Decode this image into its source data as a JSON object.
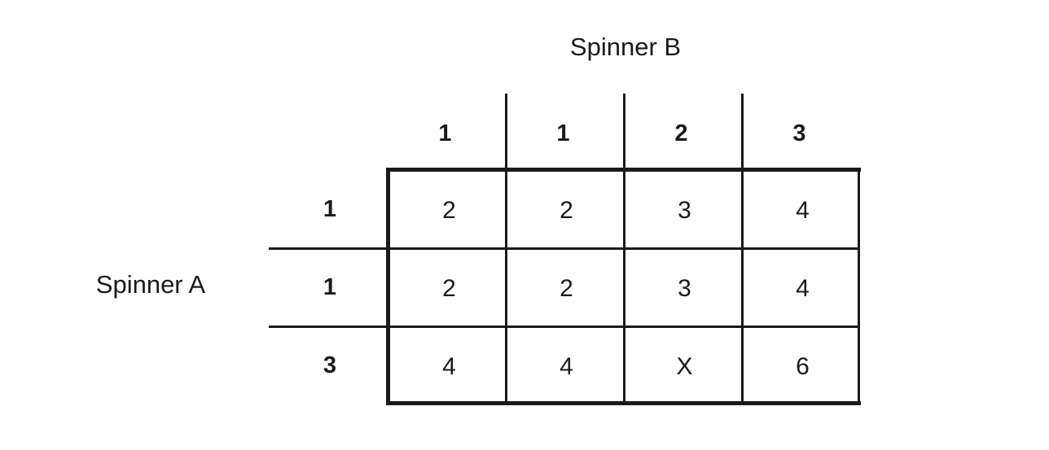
{
  "figure": {
    "column_axis_title": "Spinner B",
    "row_axis_title": "Spinner A",
    "column_headers": [
      "1",
      "1",
      "2",
      "3"
    ],
    "row_headers": [
      "1",
      "1",
      "3"
    ],
    "rows": [
      [
        "2",
        "2",
        "3",
        "4"
      ],
      [
        "2",
        "2",
        "3",
        "4"
      ],
      [
        "4",
        "4",
        "X",
        "6"
      ]
    ],
    "ink_color": "#1a1a1a",
    "background_color": "#ffffff"
  }
}
